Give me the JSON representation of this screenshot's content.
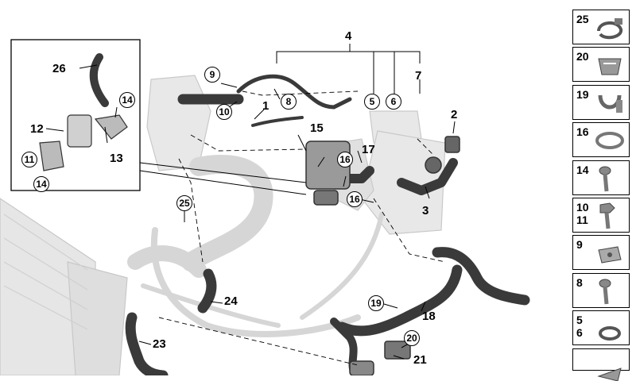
{
  "callouts": {
    "c4": "4",
    "c9": "9",
    "c10": "10",
    "c1": "1",
    "c8": "8",
    "c5": "5",
    "c6": "6",
    "c7": "7",
    "c2": "2",
    "c15": "15",
    "c17": "17",
    "c16a": "16",
    "c16b": "16",
    "c3": "3",
    "c26": "26",
    "c14a": "14",
    "c12": "12",
    "c13": "13",
    "c11": "11",
    "c14b": "14",
    "c25": "25",
    "c24": "24",
    "c23": "23",
    "c19": "19",
    "c18": "18",
    "c20": "20",
    "c21": "21"
  },
  "legend": [
    {
      "num": "25",
      "icon": "hose-clamp-icon"
    },
    {
      "num": "20",
      "icon": "spring-clip-icon"
    },
    {
      "num": "19",
      "icon": "holder-bracket-icon"
    },
    {
      "num": "16",
      "icon": "band-clamp-icon"
    },
    {
      "num": "14",
      "icon": "screw-icon"
    },
    {
      "num": "10\n11",
      "icon": "hex-bolt-icon"
    },
    {
      "num": "9",
      "icon": "clip-nut-icon"
    },
    {
      "num": "8",
      "icon": "screw-icon"
    },
    {
      "num": "5\n6",
      "icon": "o-ring-icon"
    },
    {
      "num": "",
      "icon": "card-icon"
    }
  ]
}
